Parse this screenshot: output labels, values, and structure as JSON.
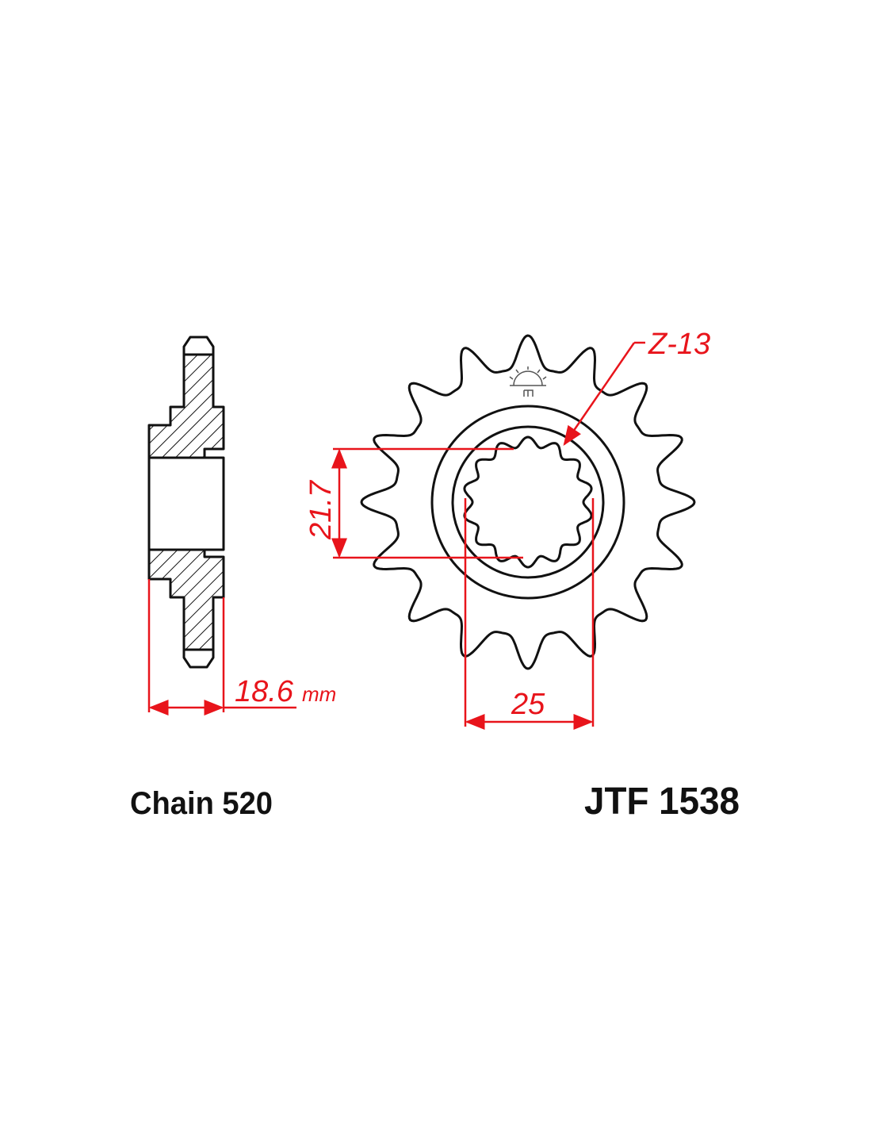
{
  "diagram": {
    "part_number": "JTF 1538",
    "chain_label": "Chain 520",
    "teeth_label": "Z-13",
    "spline_diameter": "21.7",
    "spline_width": "25",
    "offset": "18.6",
    "offset_unit": "mm",
    "teeth_count": 16,
    "spline_count": 14
  },
  "colors": {
    "line": "#111111",
    "dimension": "#e8141b"
  }
}
